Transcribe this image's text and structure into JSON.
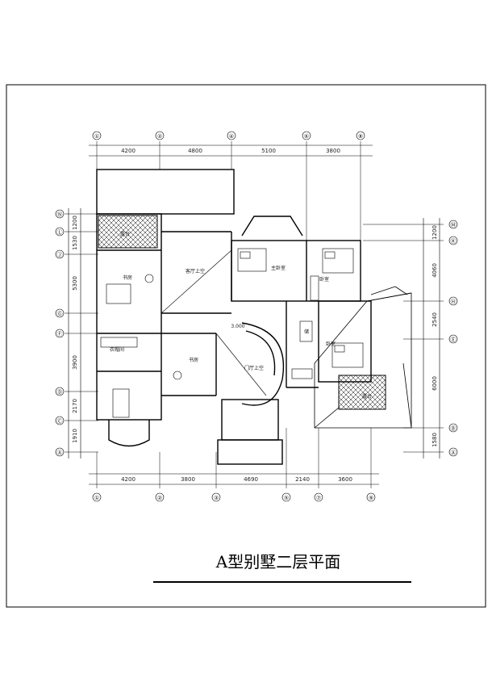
{
  "title": "A型别墅二层平面",
  "axes": {
    "top": [
      "①",
      "②",
      "④",
      "⑥",
      "⑧"
    ],
    "bottom": [
      "①",
      "②",
      "③",
      "⑤",
      "⑦",
      "⑨"
    ],
    "left": [
      "Ⓝ",
      "Ⓛ",
      "Ⓙ",
      "Ⓖ",
      "Ⓕ",
      "Ⓓ",
      "Ⓒ",
      "Ⓐ"
    ],
    "right": [
      "Ⓜ",
      "Ⓚ",
      "Ⓗ",
      "Ⓔ",
      "Ⓑ",
      "Ⓐ"
    ]
  },
  "dims": {
    "top": [
      "4200",
      "4800",
      "5100",
      "3800"
    ],
    "bottom": [
      "4200",
      "3800",
      "4690",
      "2140",
      "3600"
    ],
    "left": [
      "1200",
      "1530",
      "5300",
      "3900",
      "2170",
      "1910"
    ],
    "right": [
      "1200",
      "4060",
      "2540",
      "6000",
      "1580"
    ]
  },
  "rooms": {
    "terrace_nw": "露台",
    "study": "书房",
    "living_void": "客厅上空",
    "master": "主卧室",
    "bedroom_ne": "卧室",
    "wardrobe": "衣帽间",
    "den": "书房",
    "foyer_void": "门厅上空",
    "bedroom_e": "卧室",
    "terrace_se": "露台",
    "storage": "储",
    "level": "3.000"
  }
}
